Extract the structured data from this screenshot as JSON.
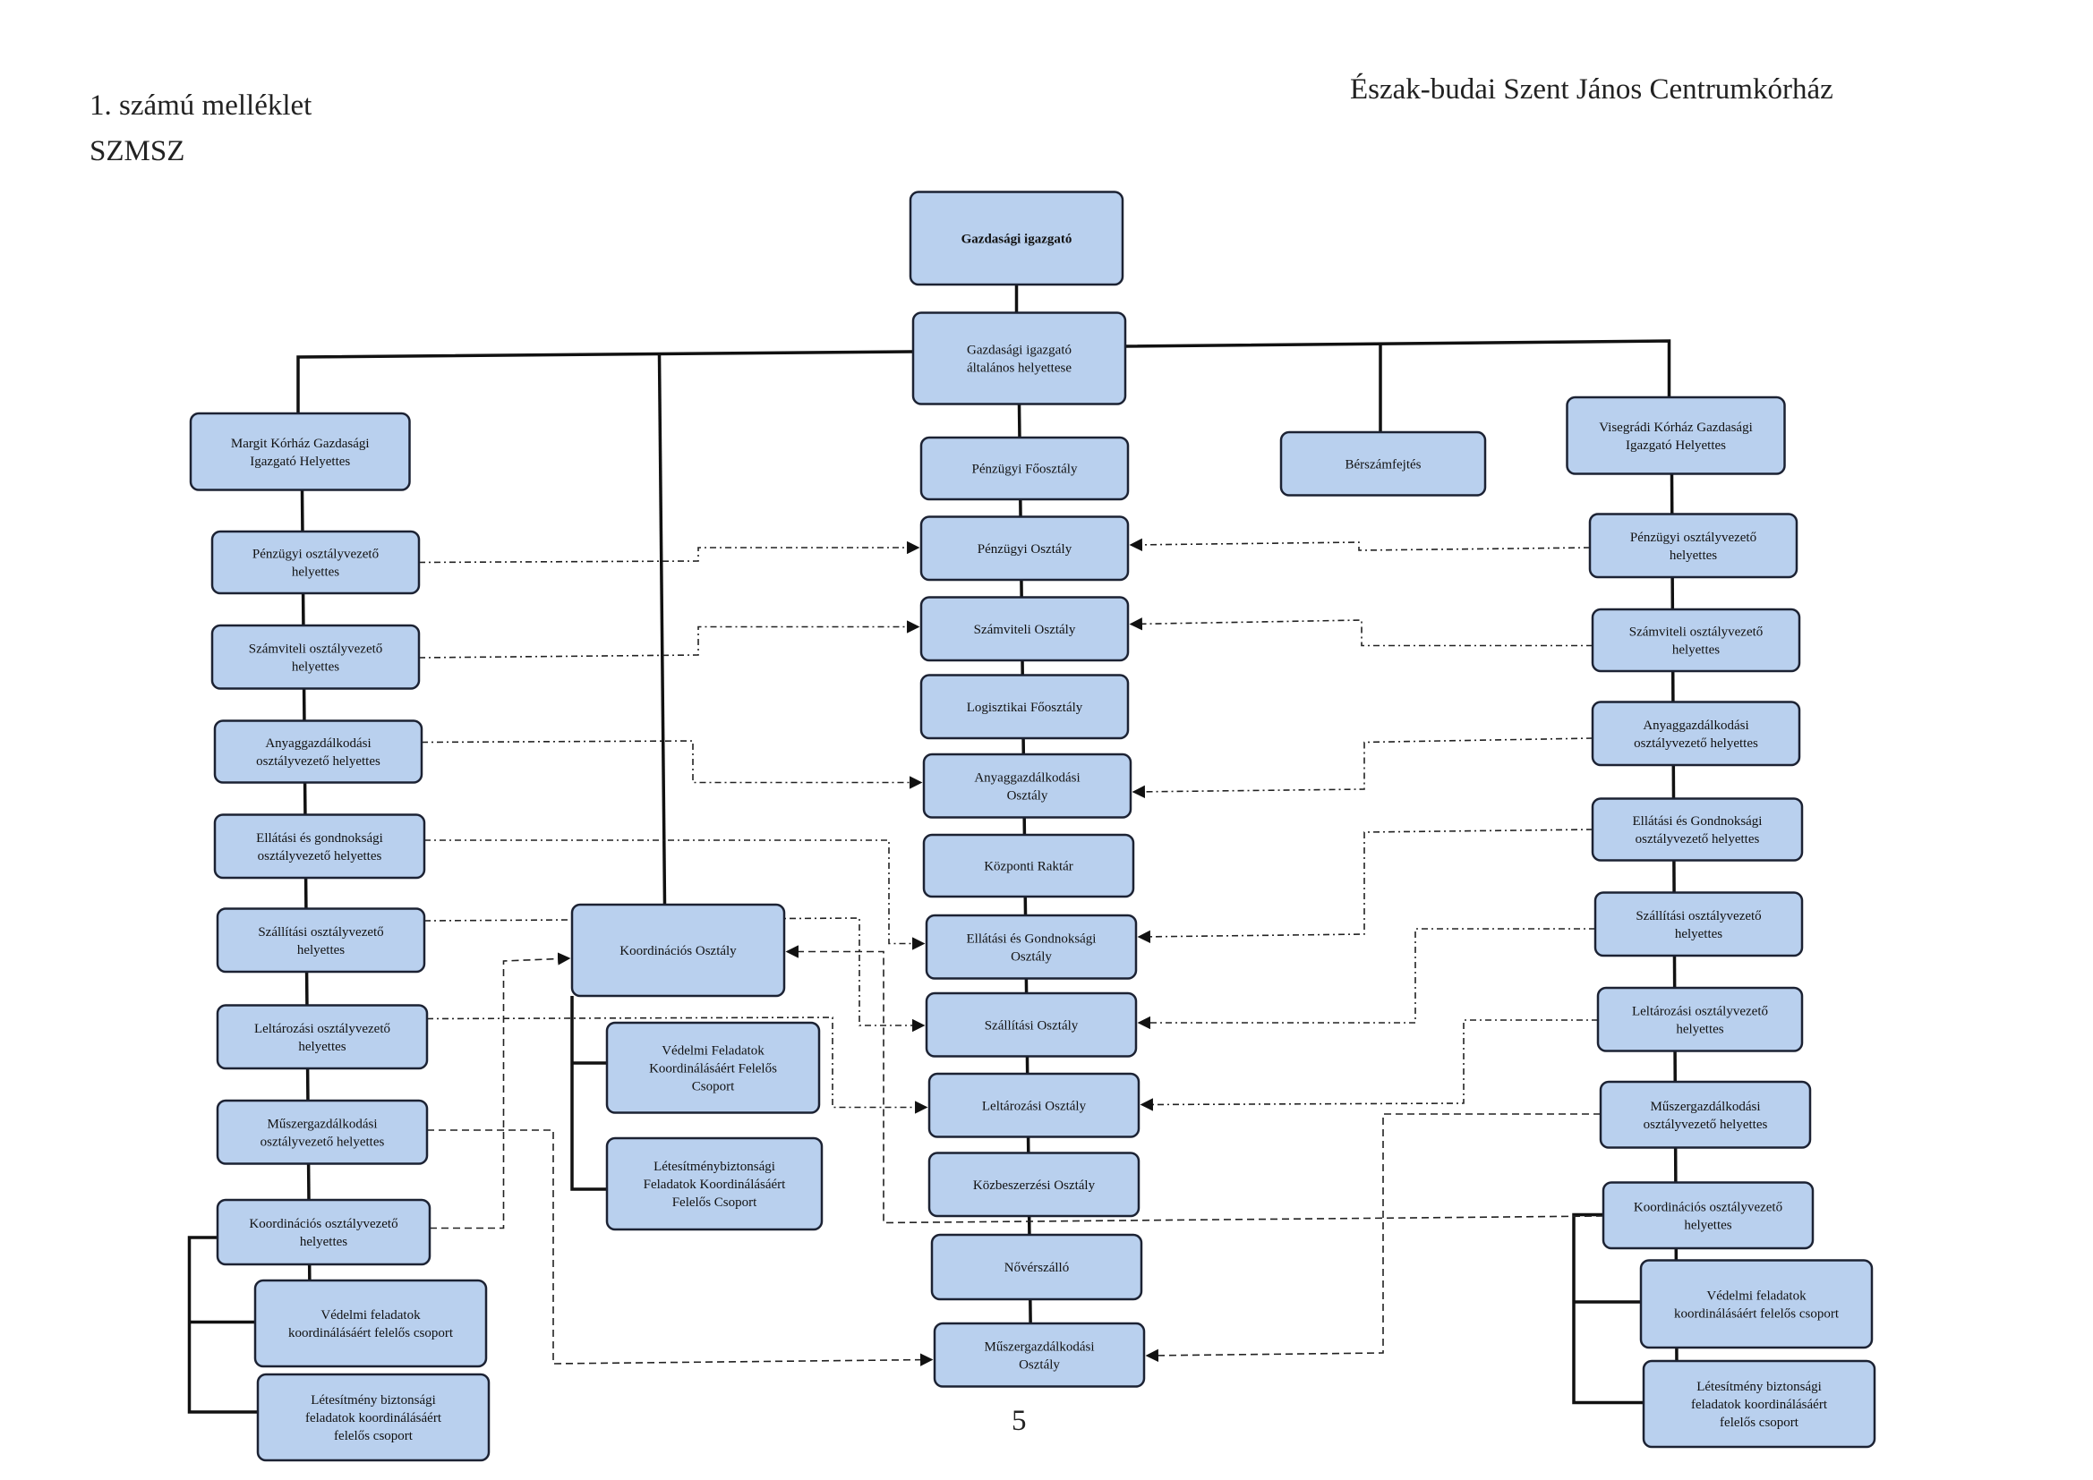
{
  "header": {
    "annex": "1. számú melléklet",
    "doc_code": "SZMSZ",
    "institution": "Észak-budai Szent János Centrumkórház"
  },
  "page_number": "5",
  "nodes": {
    "gi": {
      "lines": [
        "Gazdasági igazgató"
      ],
      "bold": true
    },
    "gih": {
      "lines": [
        "Gazdasági igazgató",
        "általános helyettese"
      ]
    },
    "margit": {
      "lines": [
        "Margit Kórház Gazdasági",
        "Igazgató Helyettes"
      ]
    },
    "bersz": {
      "lines": [
        "Bérszámfejtés"
      ]
    },
    "vise": {
      "lines": [
        "Visegrádi Kórház Gazdasági",
        "Igazgató Helyettes"
      ]
    },
    "c1": {
      "lines": [
        "Pénzügyi Főosztály"
      ]
    },
    "c2": {
      "lines": [
        "Pénzügyi Osztály"
      ]
    },
    "c3": {
      "lines": [
        "Számviteli Osztály"
      ]
    },
    "c4": {
      "lines": [
        "Logisztikai Főosztály"
      ]
    },
    "c5": {
      "lines": [
        "Anyaggazdálkodási",
        "Osztály"
      ]
    },
    "c6": {
      "lines": [
        "Központi Raktár"
      ]
    },
    "c7": {
      "lines": [
        "Ellátási és Gondnoksági",
        "Osztály"
      ]
    },
    "c8": {
      "lines": [
        "Szállítási Osztály"
      ]
    },
    "c9": {
      "lines": [
        "Leltározási Osztály"
      ]
    },
    "c10": {
      "lines": [
        "Közbeszerzési Osztály"
      ]
    },
    "c11": {
      "lines": [
        "Nővérszálló"
      ]
    },
    "c12": {
      "lines": [
        "Műszergazdálkodási",
        "Osztály"
      ]
    },
    "l1": {
      "lines": [
        "Pénzügyi osztályvezető",
        "helyettes"
      ]
    },
    "l2": {
      "lines": [
        "Számviteli osztályvezető",
        "helyettes"
      ]
    },
    "l3": {
      "lines": [
        "Anyaggazdálkodási",
        "osztályvezető helyettes"
      ]
    },
    "l4": {
      "lines": [
        "Ellátási és gondnoksági",
        "osztályvezető helyettes"
      ]
    },
    "l5": {
      "lines": [
        "Szállítási osztályvezető",
        "helyettes"
      ]
    },
    "l6": {
      "lines": [
        "Leltározási osztályvezető",
        "helyettes"
      ]
    },
    "l7": {
      "lines": [
        "Műszergazdálkodási",
        "osztályvezető helyettes"
      ]
    },
    "l8": {
      "lines": [
        "Koordinációs osztályvezető",
        "helyettes"
      ]
    },
    "l9": {
      "lines": [
        "Védelmi feladatok",
        "koordinálásáért felelős csoport"
      ]
    },
    "l10": {
      "lines": [
        "Létesítmény biztonsági",
        "feladatok koordinálásáért",
        "felelős csoport"
      ]
    },
    "k": {
      "lines": [
        "Koordinációs Osztály"
      ]
    },
    "k1": {
      "lines": [
        "Védelmi Feladatok",
        "Koordinálásáért Felelős",
        "Csoport"
      ]
    },
    "k2": {
      "lines": [
        "Létesítménybiztonsági",
        "Feladatok Koordinálásáért",
        "Felelős Csoport"
      ]
    },
    "r1": {
      "lines": [
        "Pénzügyi osztályvezető",
        "helyettes"
      ]
    },
    "r2": {
      "lines": [
        "Számviteli osztályvezető",
        "helyettes"
      ]
    },
    "r3": {
      "lines": [
        "Anyaggazdálkodási",
        "osztályvezető helyettes"
      ]
    },
    "r4": {
      "lines": [
        "Ellátási és Gondnoksági",
        "osztályvezető helyettes"
      ]
    },
    "r5": {
      "lines": [
        "Szállítási osztályvezető",
        "helyettes"
      ]
    },
    "r6": {
      "lines": [
        "Leltározási osztályvezető",
        "helyettes"
      ]
    },
    "r7": {
      "lines": [
        "Műszergazdálkodási",
        "osztályvezető helyettes"
      ]
    },
    "r8": {
      "lines": [
        "Koordinációs osztályvezető",
        "helyettes"
      ]
    },
    "r9": {
      "lines": [
        "Védelmi feladatok",
        "koordinálásáért felelős csoport"
      ]
    },
    "r10": {
      "lines": [
        "Létesítmény biztonsági",
        "feladatok koordinálásáért",
        "felelős csoport"
      ]
    }
  },
  "colors": {
    "box_fill": "#b9d0ee",
    "box_border": "#1c2233",
    "line": "#111111"
  }
}
